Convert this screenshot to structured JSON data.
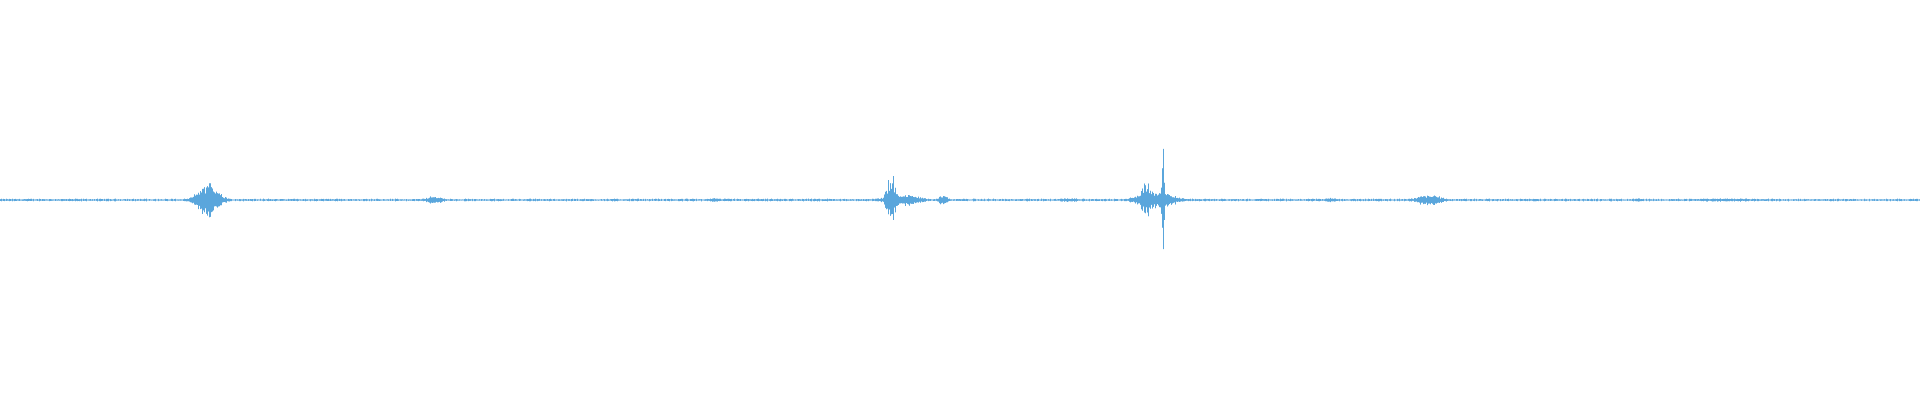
{
  "waveform": {
    "color": "#5aa6dc",
    "background": "#ffffff",
    "baseline_amplitude": 0.006,
    "bursts": [
      {
        "position": 0.1085,
        "width": 0.01,
        "amplitude": 0.085
      },
      {
        "position": 0.226,
        "width": 0.008,
        "amplitude": 0.02
      },
      {
        "position": 0.372,
        "width": 0.006,
        "amplitude": 0.01
      },
      {
        "position": 0.464,
        "width": 0.004,
        "amplitude": 0.14
      },
      {
        "position": 0.47,
        "width": 0.016,
        "amplitude": 0.03
      },
      {
        "position": 0.491,
        "width": 0.004,
        "amplitude": 0.03
      },
      {
        "position": 0.557,
        "width": 0.01,
        "amplitude": 0.012
      },
      {
        "position": 0.597,
        "width": 0.005,
        "amplitude": 0.09
      },
      {
        "position": 0.602,
        "width": 0.016,
        "amplitude": 0.05
      },
      {
        "position": 0.6055,
        "width": 0.0012,
        "amplitude": 0.33
      },
      {
        "position": 0.693,
        "width": 0.006,
        "amplitude": 0.012
      },
      {
        "position": 0.744,
        "width": 0.012,
        "amplitude": 0.028
      },
      {
        "position": 0.852,
        "width": 0.004,
        "amplitude": 0.01
      },
      {
        "position": 0.9,
        "width": 0.03,
        "amplitude": 0.01
      }
    ]
  }
}
